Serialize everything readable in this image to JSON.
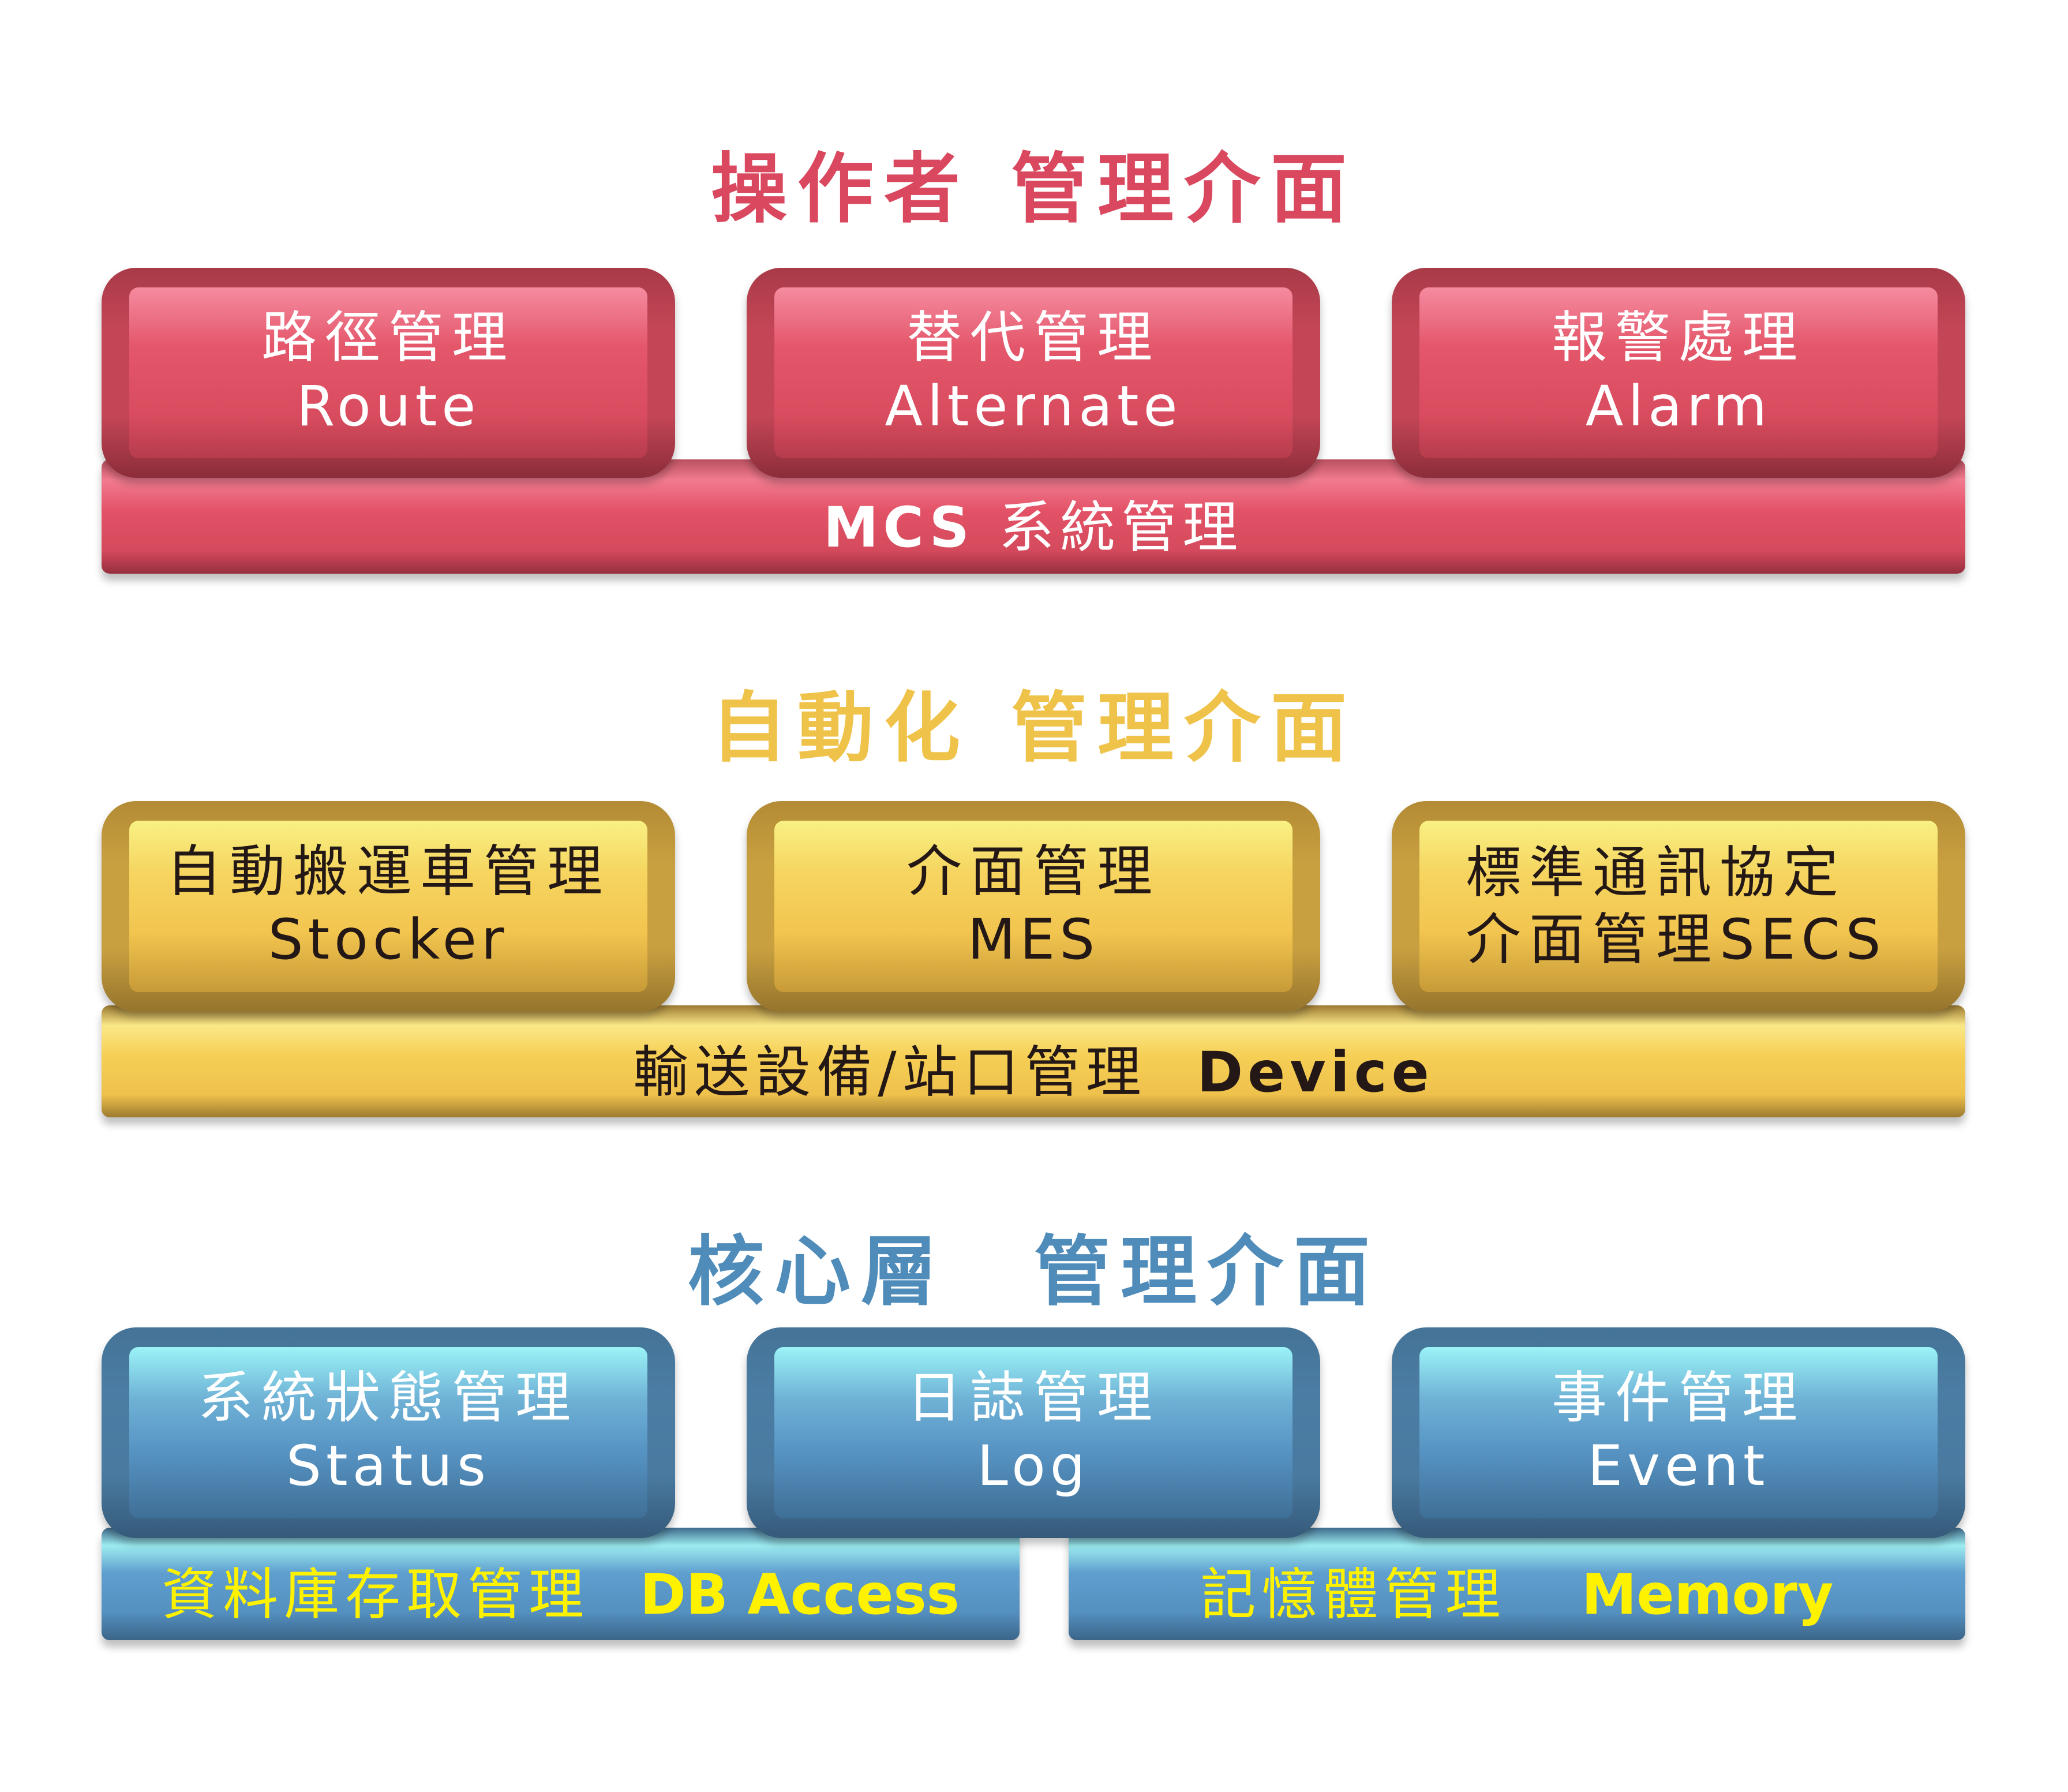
{
  "colors": {
    "operator_layer": "#d9485e",
    "automation_layer": "#efc34a",
    "core_layer": "#4f8cba",
    "core_bar_text": "#fff200",
    "automation_text": "#231815"
  },
  "layers": {
    "operator": {
      "title_left": "操作者",
      "title_right": "管理介面",
      "modules": [
        {
          "zh": "路徑管理",
          "en": "Route"
        },
        {
          "zh": "替代管理",
          "en": "Alternate"
        },
        {
          "zh": "報警處理",
          "en": "Alarm"
        }
      ],
      "bar": {
        "en": "MCS",
        "zh": "系統管理"
      }
    },
    "automation": {
      "title_left": "自動化",
      "title_right": "管理介面",
      "modules": [
        {
          "zh": "自動搬運車管理",
          "en": "Stocker"
        },
        {
          "zh": "介面管理",
          "en": "MES"
        },
        {
          "zh": "標準通訊協定",
          "zh2": "介面管理",
          "en": "SECS"
        }
      ],
      "bar": {
        "zh": "輸送設備/站口管理",
        "en": "Device"
      }
    },
    "core": {
      "title_left": "核心層",
      "title_right": "管理介面",
      "modules": [
        {
          "zh": "系統狀態管理",
          "en": "Status"
        },
        {
          "zh": "日誌管理",
          "en": "Log"
        },
        {
          "zh": "事件管理",
          "en": "Event"
        }
      ],
      "bars": [
        {
          "zh": "資料庫存取管理",
          "en": "DB Access"
        },
        {
          "zh": "記憶體管理",
          "en": "Memory"
        }
      ]
    }
  }
}
